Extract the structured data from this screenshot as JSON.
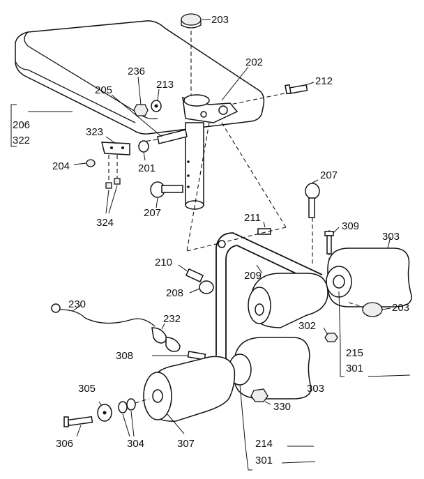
{
  "diagram": {
    "parts": {
      "p203_top": "203",
      "p202": "202",
      "p236": "236",
      "p213": "213",
      "p205": "205",
      "p212": "212",
      "p206": "206",
      "p322": "322",
      "p323": "323",
      "p204": "204",
      "p201": "201",
      "p324": "324",
      "p207_left": "207",
      "p207_right": "207",
      "p211": "211",
      "p309": "309",
      "p303_top": "303",
      "p210": "210",
      "p209": "209",
      "p208": "208",
      "p203_right": "203",
      "p230": "230",
      "p232": "232",
      "p302": "302",
      "p215": "215",
      "p301_right": "301",
      "p308": "308",
      "p303_bottom": "303",
      "p305": "305",
      "p330": "330",
      "p306": "306",
      "p304": "304",
      "p307": "307",
      "p214": "214",
      "p301_bottom": "301"
    }
  }
}
